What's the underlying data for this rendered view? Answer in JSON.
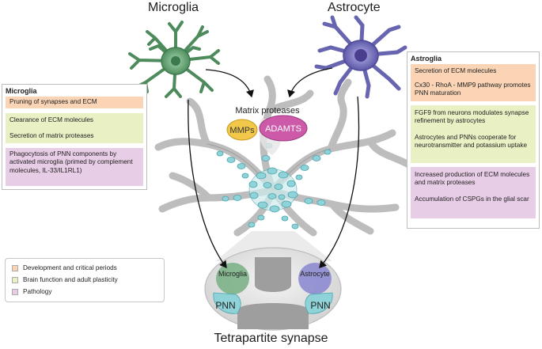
{
  "titles": {
    "microglia": "Microglia",
    "astrocyte": "Astrocyte",
    "matrix_proteases": "Matrix proteases",
    "synapse": "Tetrapartite synapse"
  },
  "labels": {
    "mmps": "MMPs",
    "adamts": "ADAMTS",
    "syn_microglia": "Microglia",
    "syn_astrocyte": "Astrocyte",
    "pnn_left": "PNN",
    "pnn_right": "PNN"
  },
  "microglia_panel": {
    "heading": "Microglia",
    "items": [
      {
        "text": "Pruning of synapses and ECM",
        "category": "development"
      },
      {
        "text": "Clearance of ECM molecules",
        "category": "function"
      },
      {
        "text": "Secretion of matrix proteases",
        "category": "function"
      },
      {
        "text": "Phagocytosis of PNN components by activated microglia (primed by complement molecules, IL-33/IL1RL1)",
        "category": "pathology"
      }
    ]
  },
  "astroglia_panel": {
    "heading": "Astroglia",
    "items": [
      {
        "text": "Secretion of ECM molecules",
        "category": "development"
      },
      {
        "text": "Cx30 - RhoA - MMP9 pathway promotes PNN maturation",
        "category": "development"
      },
      {
        "text": "FGF9 from neurons modulates synapse refinement by astrocytes",
        "category": "function"
      },
      {
        "text": "Astrocytes and PNNs cooperate for neurotransmitter and potassium uptake",
        "category": "function"
      },
      {
        "text": "Increased production of ECM molecules and matrix proteases",
        "category": "pathology"
      },
      {
        "text": "Accumulation of CSPGs in the glial scar",
        "category": "pathology"
      }
    ]
  },
  "legend": [
    {
      "label": "Development and critical periods",
      "color": "#fad4b5"
    },
    {
      "label": "Brain function and adult plasticity",
      "color": "#e8f0c4"
    },
    {
      "label": "Pathology",
      "color": "#e8cde6"
    }
  ],
  "colors": {
    "microglia": "#5d9a6c",
    "astrocyte": "#6f6cb8",
    "pnn": "#8fd3d8",
    "neuron": "#bdbdbd",
    "mmps": "#f2c84b",
    "adamts": "#cc5aa8"
  }
}
